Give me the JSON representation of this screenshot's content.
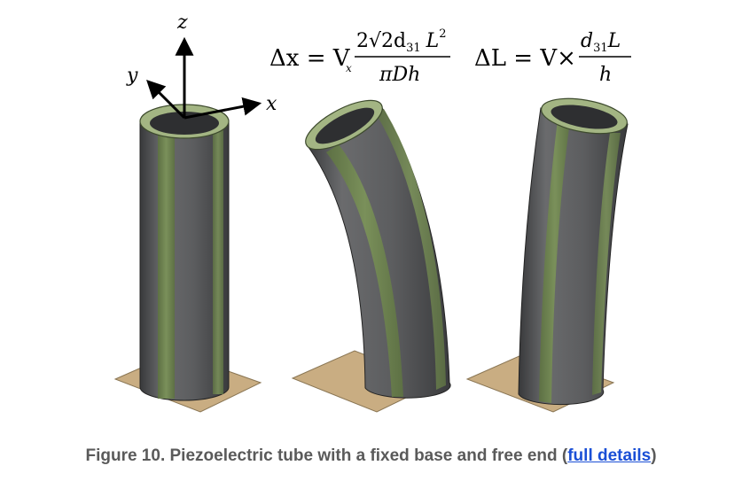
{
  "axes": {
    "z": "z",
    "y": "y",
    "x": "x"
  },
  "formula_dx": {
    "lhs": "Δx = V",
    "v_sub": "x",
    "numerator": "2√2d",
    "numerator_sub": "31",
    "numerator_L": "L",
    "numerator_sup": "2",
    "denominator": "πDh"
  },
  "formula_dl": {
    "lhs": "ΔL = V×",
    "numerator": "d",
    "numerator_sub": "31",
    "numerator_L": "L",
    "denominator": "h"
  },
  "caption": {
    "prefix": "Figure 10. Piezoelectric tube with a fixed base and free end (",
    "link": "full details",
    "suffix": ")"
  },
  "colors": {
    "tube_gray": "#5f6062",
    "electrode_green": "#6f8550",
    "rim_green": "#a3b583",
    "base_tan": "#c9ad82",
    "caption_text": "#5a5a5a",
    "link": "#1a4fd6"
  }
}
